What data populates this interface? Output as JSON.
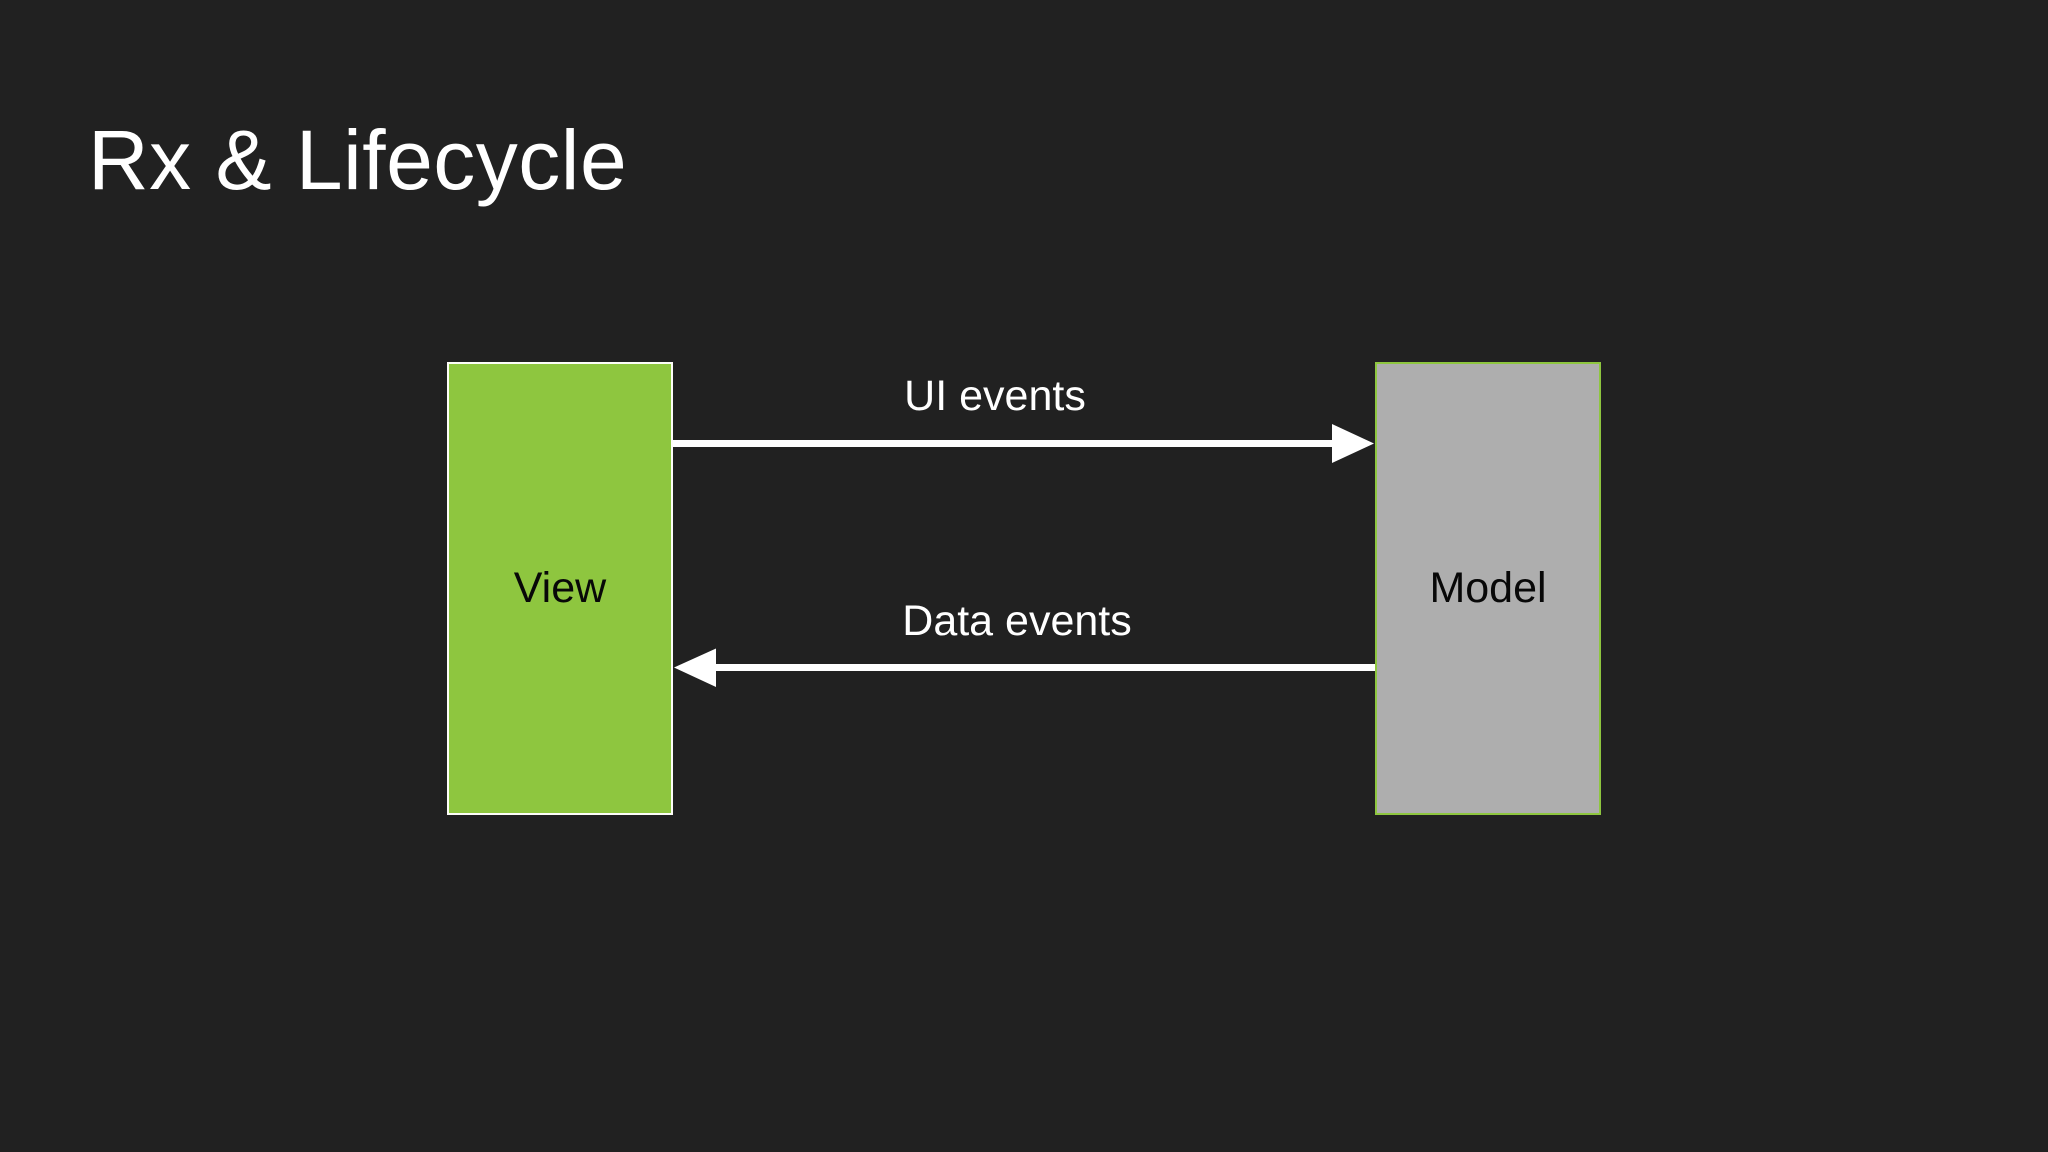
{
  "slide": {
    "title": "Rx & Lifecycle",
    "background_color": "#212121",
    "title_color": "#ffffff"
  },
  "diagram": {
    "arrow_color": "#ffffff",
    "label_color": "#ffffff",
    "nodes": [
      {
        "id": "view",
        "label": "View",
        "fill_color": "#8ec63f",
        "border_color": "#ffffff",
        "text_color": "#000000"
      },
      {
        "id": "model",
        "label": "Model",
        "fill_color": "#aeaeae",
        "border_color": "#8ec63f",
        "text_color": "#000000"
      }
    ],
    "edges": [
      {
        "id": "ui-events",
        "label": "UI events",
        "from": "View",
        "to": "Model",
        "direction": "left-to-right"
      },
      {
        "id": "data-events",
        "label": "Data events",
        "from": "Model",
        "to": "View",
        "direction": "right-to-left"
      }
    ]
  }
}
